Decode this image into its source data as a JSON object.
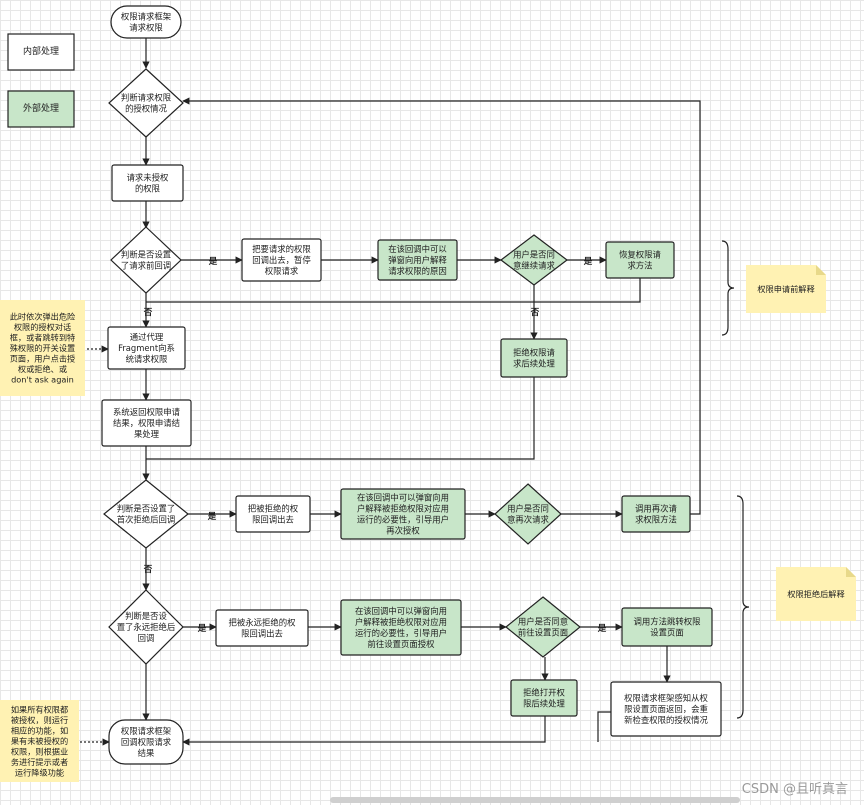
{
  "colors": {
    "internal": "#ffffff",
    "external": "#c8e6c9",
    "note": "#fff2b3",
    "stroke": "#222222"
  },
  "legend": {
    "internal": "内部处理",
    "external": "外部处理"
  },
  "nodes": {
    "start": [
      "权限请求框架",
      "请求权限"
    ],
    "judge_grant": [
      "判断请求权限",
      "的授权情况"
    ],
    "request_unauth": [
      "请求未授权",
      "的权限"
    ],
    "judge_pre_cb": [
      "判断是否设置",
      "了请求前回调"
    ],
    "pre_cb_out": [
      "把要请求的权限",
      "回调出去，暂停",
      "权限请求"
    ],
    "pre_cb_explain": [
      "在该回调中可以",
      "弹窗向用户解释",
      "请求权限的原因"
    ],
    "user_continue": [
      "用户是否同",
      "意继续请求"
    ],
    "resume": [
      "恢复权限请",
      "求方法"
    ],
    "reject_follow1": [
      "拒绝权限请",
      "求后续处理"
    ],
    "fragment_request": [
      "通过代理",
      "Fragment向系",
      "统请求权限"
    ],
    "sys_result": [
      "系统返回权限申请",
      "结果，权限申请结",
      "果处理"
    ],
    "judge_first_deny": [
      "判断是否设置了",
      "首次拒绝后回调"
    ],
    "denied_out": [
      "把被拒绝的权",
      "限回调出去"
    ],
    "denied_explain": [
      "在该回调中可以弹窗向用",
      "户解释被拒绝权限对应用",
      "运行的必要性，引导用户",
      "再次授权"
    ],
    "user_again": [
      "用户是否同",
      "意再次请求"
    ],
    "call_again": [
      "调用再次请",
      "求权限方法"
    ],
    "judge_perm_deny": [
      "判断是否设",
      "置了永远拒绝后",
      "回调"
    ],
    "perm_denied_out": [
      "把被永远拒绝的权",
      "限回调出去"
    ],
    "perm_explain": [
      "在该回调中可以弹窗向用",
      "户解释被拒绝权限对应用",
      "运行的必要性，引导用户",
      "前往设置页面授权"
    ],
    "user_settings": [
      "用户是否同意",
      "前往设置页面"
    ],
    "go_settings": [
      "调用方法跳转权限",
      "设置页面"
    ],
    "refuse_settings": [
      "拒绝打开权",
      "限后续处理"
    ],
    "settings_return": [
      "权限请求框架感知从权",
      "限设置页面返回，会重",
      "新检查权限的授权情况"
    ],
    "end": [
      "权限请求框架",
      "回调权限请求",
      "结果"
    ]
  },
  "labels": {
    "yes": "是",
    "no": "否"
  },
  "notes": {
    "left_top": [
      "此时依次弹出危险",
      "权限的授权对话",
      "框，或者跳转到特",
      "殊权限的开关设置",
      "页面，用户点击授",
      "权或拒绝、或",
      "don't ask again"
    ],
    "left_bottom": [
      "如果所有权限都",
      "被授权，则运行",
      "相应的功能，如",
      "果有未被授权的",
      "权限，则根据业",
      "务进行提示或者",
      "运行降级功能"
    ],
    "right_top": [
      "权限申请前解释"
    ],
    "right_bottom": [
      "权限拒绝后解释"
    ]
  },
  "watermark": "CSDN @且听真言"
}
